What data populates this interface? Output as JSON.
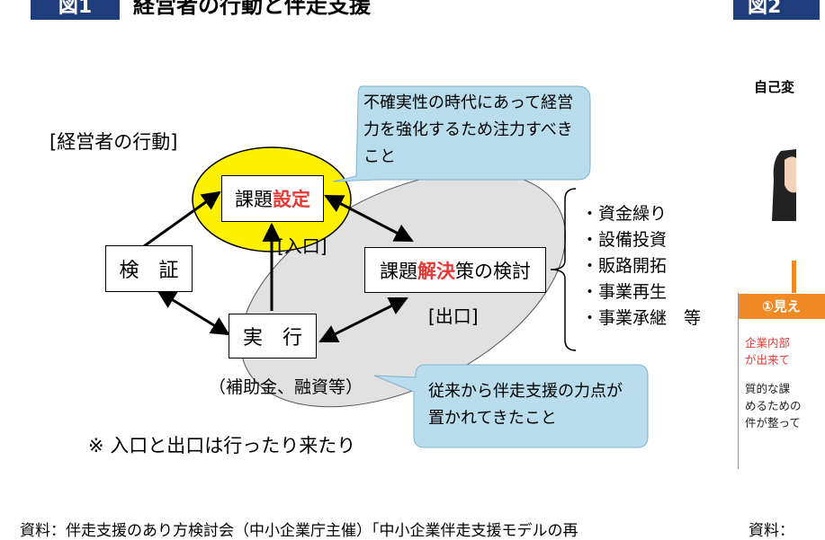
{
  "figure1": {
    "label": "図1",
    "title": "経営者の行動と伴走支援",
    "section_label": "[経営者の行動]",
    "nodes": {
      "kadai_settei": {
        "prefix": "課題",
        "highlight": "設定"
      },
      "kensho": "検　証",
      "kaiketsu": {
        "prefix": "課題",
        "highlight": "解決",
        "suffix": "策の検討"
      },
      "jikko": "実　行"
    },
    "labels": {
      "iriguchi": "[入口]",
      "deguchi": "[出口]",
      "hojo": "（補助金、融資等）"
    },
    "callout_top": [
      "不確実性の時代にあって経営",
      "力を強化するため注力すべき",
      "こと"
    ],
    "callout_bottom": [
      "従来から伴走支援の力点が",
      "置かれてきたこと"
    ],
    "list_items": [
      "・資金繰り",
      "・設備投資",
      "・販路開拓",
      "・事業再生",
      "・事業承継　等"
    ],
    "note": "※ 入口と出口は行ったり来たり",
    "source": "資料：伴走支援のあり方検討会（中小企業庁主催）「中小企業伴走支援モデルの再"
  },
  "figure2": {
    "label": "図2",
    "heading": "自己変",
    "section_header": "①見え",
    "red_lines": [
      "企業内部",
      "が出来て"
    ],
    "body_lines": [
      "質的な課",
      "めるための",
      "件が整って"
    ],
    "source": "資料："
  },
  "colors": {
    "navy": "#1f3d7a",
    "yellow": "#fff200",
    "callout": "#b9dded",
    "ellipse": "#e1e1e1",
    "accent_red": "#e53935",
    "orange": "#f08a24"
  }
}
